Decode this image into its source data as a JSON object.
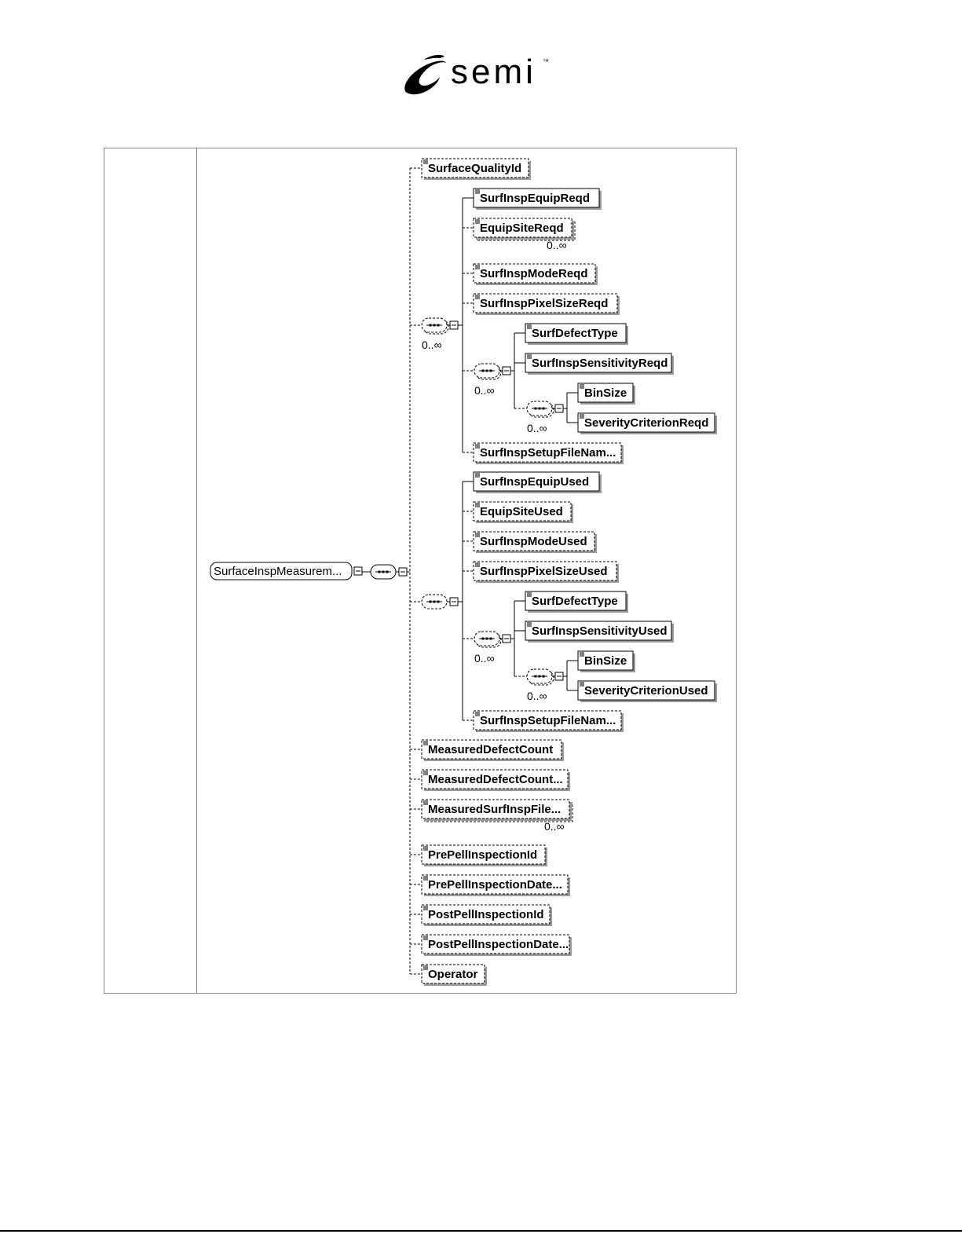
{
  "logo": {
    "text": "semi",
    "tm": "™"
  },
  "root": {
    "label": "SurfaceInspMeasurem...",
    "style": "rounded"
  },
  "occurs_label": "0..∞",
  "nodes": [
    {
      "id": "n1",
      "label": "SurfaceQualityId",
      "optional": true,
      "repeat": false
    },
    {
      "id": "n2",
      "label": "SurfInspEquipReqd",
      "optional": false,
      "repeat": false
    },
    {
      "id": "n3",
      "label": "EquipSiteReqd",
      "optional": true,
      "repeat": true
    },
    {
      "id": "n4",
      "label": "SurfInspModeReqd",
      "optional": true,
      "repeat": false
    },
    {
      "id": "n5",
      "label": "SurfInspPixelSizeReqd",
      "optional": true,
      "repeat": false
    },
    {
      "id": "n6",
      "label": "SurfDefectType",
      "optional": false,
      "repeat": false
    },
    {
      "id": "n7",
      "label": "SurfInspSensitivityReqd",
      "optional": false,
      "repeat": false
    },
    {
      "id": "n8",
      "label": "BinSize",
      "optional": false,
      "repeat": false
    },
    {
      "id": "n9",
      "label": "SeverityCriterionReqd",
      "optional": false,
      "repeat": false
    },
    {
      "id": "n10",
      "label": "SurfInspSetupFileNam...",
      "optional": true,
      "repeat": false
    },
    {
      "id": "n11",
      "label": "SurfInspEquipUsed",
      "optional": false,
      "repeat": false
    },
    {
      "id": "n12",
      "label": "EquipSiteUsed",
      "optional": true,
      "repeat": false
    },
    {
      "id": "n13",
      "label": "SurfInspModeUsed",
      "optional": true,
      "repeat": false
    },
    {
      "id": "n14",
      "label": "SurfInspPixelSizeUsed",
      "optional": true,
      "repeat": false
    },
    {
      "id": "n15",
      "label": "SurfDefectType",
      "optional": false,
      "repeat": false
    },
    {
      "id": "n16",
      "label": "SurfInspSensitivityUsed",
      "optional": false,
      "repeat": false
    },
    {
      "id": "n17",
      "label": "BinSize",
      "optional": false,
      "repeat": false
    },
    {
      "id": "n18",
      "label": "SeverityCriterionUsed",
      "optional": false,
      "repeat": false
    },
    {
      "id": "n19",
      "label": "SurfInspSetupFileNam...",
      "optional": true,
      "repeat": false
    },
    {
      "id": "n20",
      "label": "MeasuredDefectCount",
      "optional": true,
      "repeat": false
    },
    {
      "id": "n21",
      "label": "MeasuredDefectCount...",
      "optional": true,
      "repeat": false
    },
    {
      "id": "n22",
      "label": "MeasuredSurfInspFile...",
      "optional": true,
      "repeat": true
    },
    {
      "id": "n23",
      "label": "PrePellInspectionId",
      "optional": true,
      "repeat": false
    },
    {
      "id": "n24",
      "label": "PrePellInspectionDate...",
      "optional": true,
      "repeat": false
    },
    {
      "id": "n25",
      "label": "PostPellInspectionId",
      "optional": true,
      "repeat": false
    },
    {
      "id": "n26",
      "label": "PostPellInspectionDate...",
      "optional": true,
      "repeat": false
    },
    {
      "id": "n27",
      "label": "Operator",
      "optional": true,
      "repeat": false
    }
  ],
  "sequences": [
    {
      "id": "s0",
      "optional": false,
      "repeat": false
    },
    {
      "id": "s1",
      "optional": true,
      "repeat": true
    },
    {
      "id": "s2",
      "optional": true,
      "repeat": true
    },
    {
      "id": "s3",
      "optional": true,
      "repeat": true
    },
    {
      "id": "s4",
      "optional": true,
      "repeat": false
    },
    {
      "id": "s5",
      "optional": true,
      "repeat": true
    },
    {
      "id": "s6",
      "optional": true,
      "repeat": true
    }
  ]
}
